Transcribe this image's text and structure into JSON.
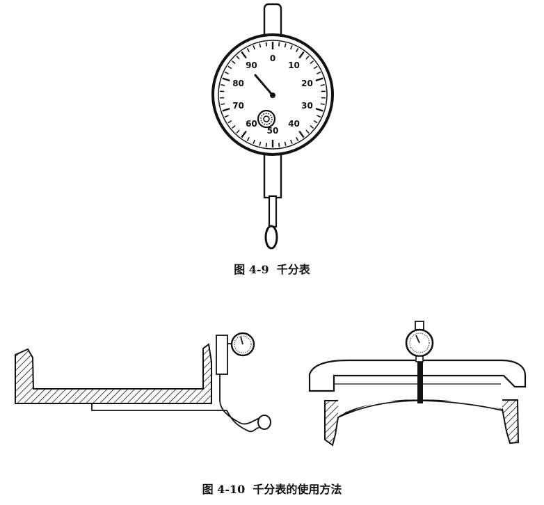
{
  "figure1": {
    "caption": "图 4-9  千分表",
    "dial_numbers": [
      "0",
      "10",
      "20",
      "30",
      "40",
      "50",
      "60",
      "70",
      "80",
      "90"
    ]
  },
  "figure2": {
    "caption": "图 4-10  千分表的使用方法"
  },
  "colors": {
    "ink": "#111111",
    "paper": "#ffffff"
  }
}
